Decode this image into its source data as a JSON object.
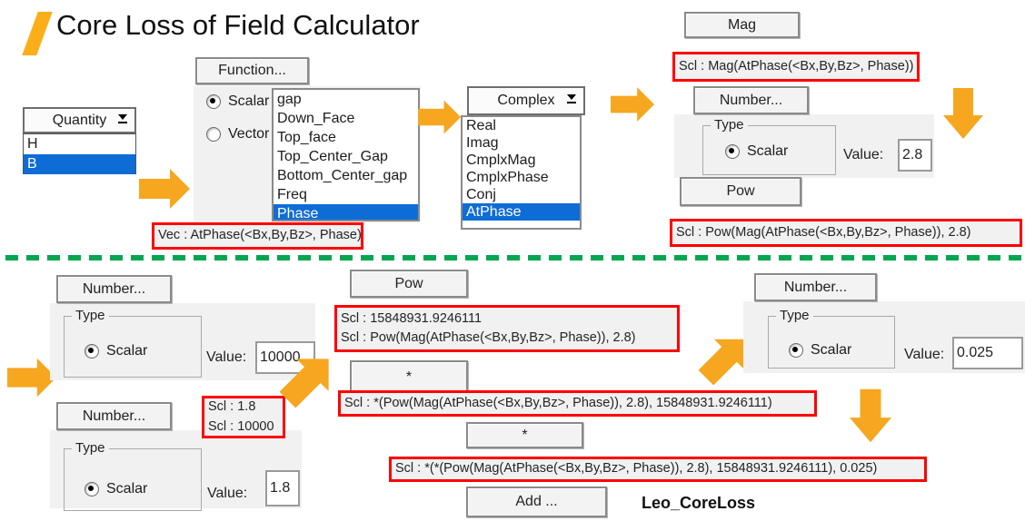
{
  "title": "Core Loss of Field Calculator",
  "colors": {
    "arrow_orange": "#F6A71F",
    "selection_blue": "#0E6CD6",
    "annotation_red": "#FF0000",
    "divider_green": "#00A651",
    "panel_gray": "#F1F1F1"
  },
  "icons": {
    "slash_logo": "orange-slash-parallelogram",
    "dropdown_arrow": "▼_with_underline",
    "flow_arrow_right": "➡",
    "flow_arrow_down": "⬇",
    "flow_arrow_up_right": "⬈",
    "radio_selected": "◉",
    "radio_unselected": "○"
  },
  "quantity": {
    "header": "Quantity",
    "items": [
      "H",
      "B"
    ],
    "selected": "B"
  },
  "function_panel": {
    "button": "Function...",
    "radios": {
      "scalar": "Scalar",
      "vector": "Vector",
      "selected": "Scalar"
    },
    "items": [
      "gap",
      "Down_Face",
      "Top_face",
      "Top_Center_Gap",
      "Bottom_Center_gap",
      "Freq",
      "Phase"
    ],
    "selected": "Phase",
    "result": "Vec : AtPhase(<Bx,By,Bz>, Phase)"
  },
  "complex_panel": {
    "header": "Complex",
    "items": [
      "Real",
      "Imag",
      "CmplxMag",
      "CmplxPhase",
      "Conj",
      "AtPhase"
    ],
    "selected": "AtPhase"
  },
  "mag_step": {
    "button": "Mag",
    "result": "Scl : Mag(AtPhase(<Bx,By,Bz>, Phase))"
  },
  "pow_step": {
    "button": "Pow",
    "result": "Scl : Pow(Mag(AtPhase(<Bx,By,Bz>, Phase)), 2.8)"
  },
  "number_panels": {
    "exponent_28": {
      "button": "Number...",
      "group_label": "Type",
      "radio_label": "Scalar",
      "value_label": "Value:",
      "value": "2.8"
    },
    "factor_10000": {
      "button": "Number...",
      "group_label": "Type",
      "radio_label": "Scalar",
      "value_label": "Value:",
      "value": "10000"
    },
    "exponent_18": {
      "button": "Number...",
      "group_label": "Type",
      "radio_label": "Scalar",
      "value_label": "Value:",
      "value": "1.8",
      "stack": [
        "Scl : 1.8",
        "Scl : 10000"
      ]
    },
    "coefficient_0025": {
      "button": "Number...",
      "group_label": "Type",
      "radio_label": "Scalar",
      "value_label": "Value:",
      "value": "0.025"
    }
  },
  "pow_result_step": {
    "button": "Pow",
    "stack": [
      "Scl : 15848931.9246111",
      "Scl : Pow(Mag(AtPhase(<Bx,By,Bz>, Phase)), 2.8)"
    ]
  },
  "multiply_step1": {
    "button": "*",
    "result": "Scl : *(Pow(Mag(AtPhase(<Bx,By,Bz>, Phase)), 2.8), 15848931.9246111)"
  },
  "multiply_step2": {
    "button": "*",
    "result": "Scl : *(*(Pow(Mag(AtPhase(<Bx,By,Bz>, Phase)), 2.8), 15848931.9246111), 0.025)"
  },
  "add_step": {
    "button": "Add ...",
    "expression_name": "Leo_CoreLoss"
  }
}
